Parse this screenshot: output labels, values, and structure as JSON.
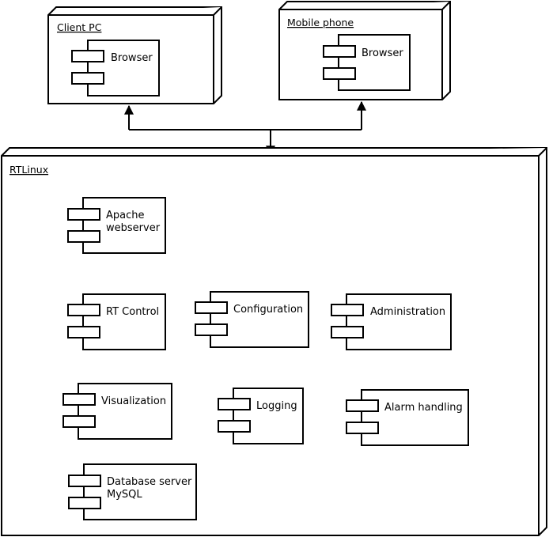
{
  "nodes": {
    "client_pc": {
      "title": "Client PC",
      "components": {
        "browser": [
          "Browser"
        ]
      }
    },
    "mobile_phone": {
      "title": "Mobile phone",
      "components": {
        "browser": [
          "Browser"
        ]
      }
    },
    "rtlinux": {
      "title": "RTLinux",
      "components": {
        "apache": [
          "Apache",
          "webserver"
        ],
        "rt_control": [
          "RT Control"
        ],
        "configuration": [
          "Configuration"
        ],
        "administration": [
          "Administration"
        ],
        "visualization": [
          "Visualization"
        ],
        "logging": [
          "Logging"
        ],
        "alarm_handling": [
          "Alarm handling"
        ],
        "database": [
          "Database server",
          "MySQL"
        ]
      }
    }
  }
}
